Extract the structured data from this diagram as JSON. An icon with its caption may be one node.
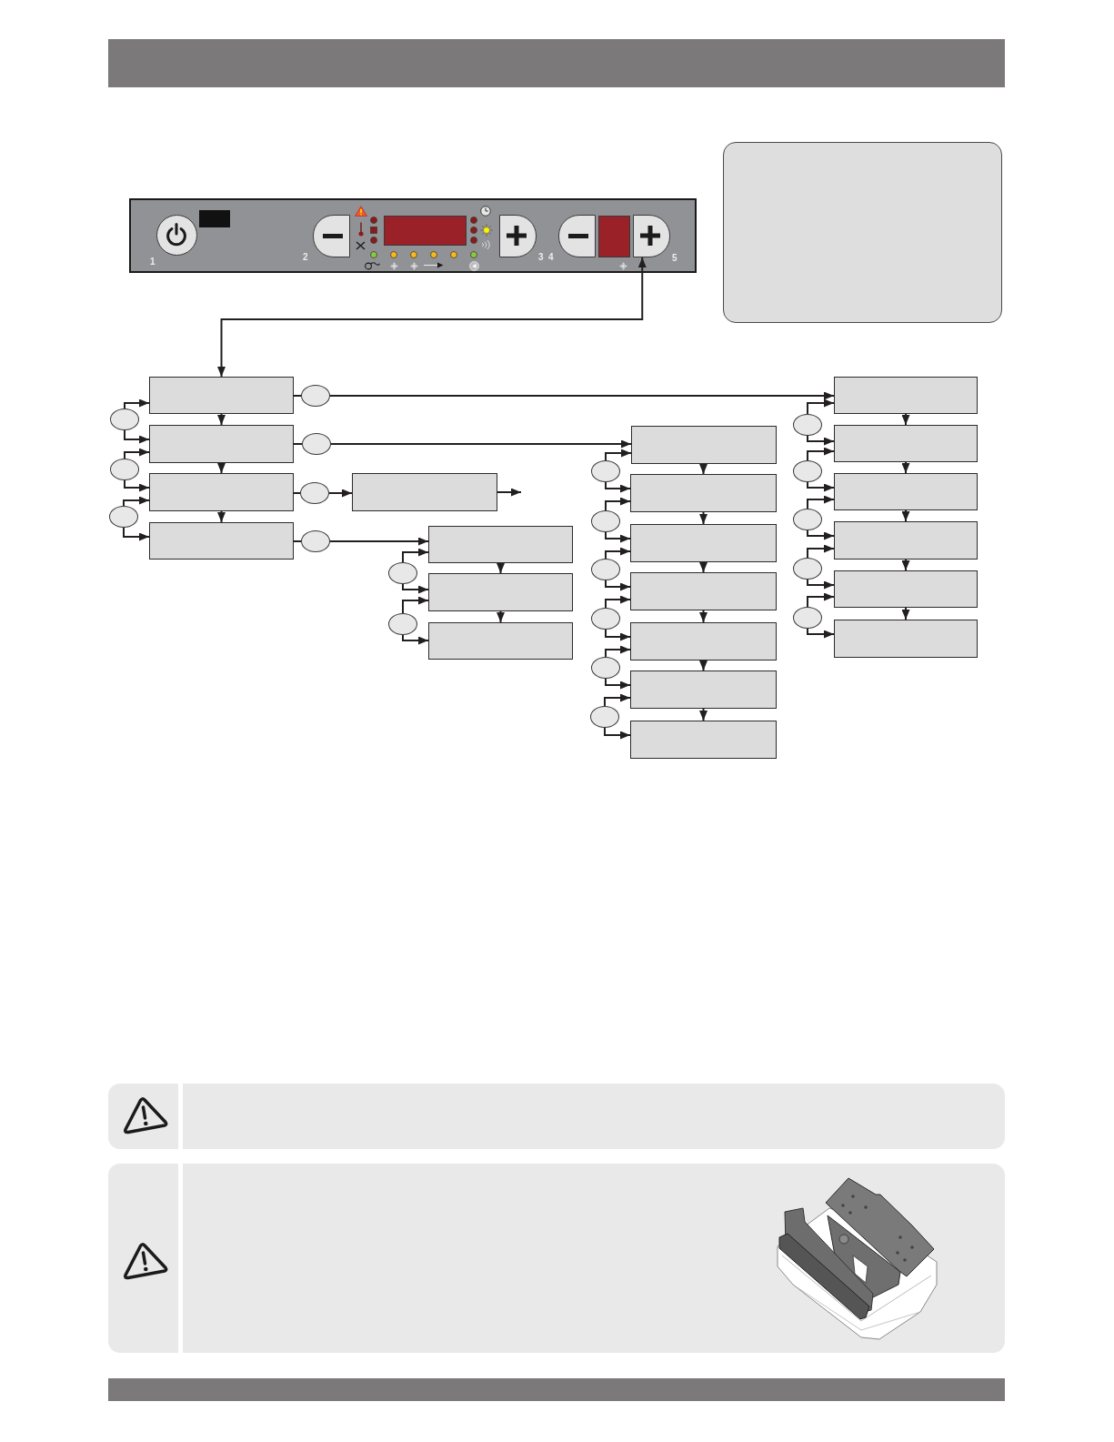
{
  "diagram": {
    "nodes": [
      {
        "text": [],
        "shape": "button",
        "beside": [
          "1"
        ]
      },
      {
        "text": [],
        "shape": "button",
        "beside": [
          "2"
        ]
      },
      {
        "text": [],
        "shape": "display"
      },
      {
        "text": [],
        "shape": "button",
        "beside": [
          "3"
        ]
      },
      {
        "text": [],
        "shape": "button",
        "beside": [
          "4"
        ]
      },
      {
        "text": [],
        "shape": "display"
      },
      {
        "text": [],
        "shape": "button",
        "beside": [
          "5"
        ]
      },
      {
        "text": [],
        "shape": "box"
      },
      {
        "text": [],
        "shape": "box"
      },
      {
        "text": [],
        "shape": "box"
      },
      {
        "text": [],
        "shape": "box"
      },
      {
        "text": [],
        "shape": "box"
      },
      {
        "text": [],
        "shape": "circle"
      },
      {
        "text": [],
        "shape": "circle"
      },
      {
        "text": [],
        "shape": "circle"
      },
      {
        "text": [],
        "shape": "circle"
      },
      {
        "text": [],
        "shape": "circle"
      },
      {
        "text": [],
        "shape": "circle"
      },
      {
        "text": [],
        "shape": "circle"
      },
      {
        "text": [],
        "shape": "box"
      },
      {
        "text": [],
        "shape": "box"
      },
      {
        "text": [],
        "shape": "box"
      },
      {
        "text": [],
        "shape": "box"
      },
      {
        "text": [],
        "shape": "circle"
      },
      {
        "text": [],
        "shape": "circle"
      },
      {
        "text": [],
        "shape": "box"
      },
      {
        "text": [],
        "shape": "box"
      },
      {
        "text": [],
        "shape": "box"
      },
      {
        "text": [],
        "shape": "box"
      },
      {
        "text": [],
        "shape": "box"
      },
      {
        "text": [],
        "shape": "box"
      },
      {
        "text": [],
        "shape": "box"
      },
      {
        "text": [],
        "shape": "circle"
      },
      {
        "text": [],
        "shape": "circle"
      },
      {
        "text": [],
        "shape": "circle"
      },
      {
        "text": [],
        "shape": "circle"
      },
      {
        "text": [],
        "shape": "circle"
      },
      {
        "text": [],
        "shape": "circle"
      },
      {
        "text": [],
        "shape": "box"
      },
      {
        "text": [],
        "shape": "box"
      },
      {
        "text": [],
        "shape": "box"
      },
      {
        "text": [],
        "shape": "box"
      },
      {
        "text": [],
        "shape": "box"
      },
      {
        "text": [],
        "shape": "box"
      },
      {
        "text": [],
        "shape": "circle"
      },
      {
        "text": [],
        "shape": "circle"
      },
      {
        "text": [],
        "shape": "circle"
      },
      {
        "text": [],
        "shape": "circle"
      },
      {
        "text": [],
        "shape": "circle"
      },
      {
        "text": [],
        "shape": "box"
      },
      {
        "text": [],
        "shape": "box"
      }
    ],
    "edges": [
      {
        "from": 6,
        "to": 8,
        "arrow": "both"
      },
      {
        "from": 8,
        "to": 9,
        "arrow": "to"
      },
      {
        "from": 9,
        "to": 10,
        "arrow": "to"
      },
      {
        "from": 10,
        "to": 11,
        "arrow": "to"
      },
      {
        "from": 12,
        "to": 8,
        "arrow": "to"
      },
      {
        "from": 12,
        "to": 9,
        "arrow": "to"
      },
      {
        "from": 13,
        "to": 9,
        "arrow": "to"
      },
      {
        "from": 13,
        "to": 10,
        "arrow": "to"
      },
      {
        "from": 14,
        "to": 10,
        "arrow": "to"
      },
      {
        "from": 14,
        "to": 11,
        "arrow": "to"
      },
      {
        "from": 8,
        "to": 15,
        "arrow": "none"
      },
      {
        "from": 15,
        "to": 38,
        "arrow": "to"
      },
      {
        "from": 9,
        "to": 16,
        "arrow": "none"
      },
      {
        "from": 16,
        "to": 25,
        "arrow": "to"
      },
      {
        "from": 10,
        "to": 17,
        "arrow": "none"
      },
      {
        "from": 17,
        "to": 19,
        "arrow": "to"
      },
      {
        "from": 19,
        "to": null,
        "arrow": "to"
      },
      {
        "from": 11,
        "to": 18,
        "arrow": "none"
      },
      {
        "from": 18,
        "to": 20,
        "arrow": "to"
      },
      {
        "from": 20,
        "to": 21,
        "arrow": "to"
      },
      {
        "from": 21,
        "to": 22,
        "arrow": "to"
      },
      {
        "from": 23,
        "to": 20,
        "arrow": "to"
      },
      {
        "from": 23,
        "to": 21,
        "arrow": "to"
      },
      {
        "from": 24,
        "to": 21,
        "arrow": "to"
      },
      {
        "from": 24,
        "to": 22,
        "arrow": "to"
      },
      {
        "from": 25,
        "to": 26,
        "arrow": "to"
      },
      {
        "from": 26,
        "to": 27,
        "arrow": "to"
      },
      {
        "from": 27,
        "to": 28,
        "arrow": "to"
      },
      {
        "from": 28,
        "to": 29,
        "arrow": "to"
      },
      {
        "from": 29,
        "to": 30,
        "arrow": "to"
      },
      {
        "from": 30,
        "to": 31,
        "arrow": "to"
      },
      {
        "from": 32,
        "to": 25,
        "arrow": "to"
      },
      {
        "from": 32,
        "to": 26,
        "arrow": "to"
      },
      {
        "from": 33,
        "to": 26,
        "arrow": "to"
      },
      {
        "from": 33,
        "to": 27,
        "arrow": "to"
      },
      {
        "from": 34,
        "to": 27,
        "arrow": "to"
      },
      {
        "from": 34,
        "to": 28,
        "arrow": "to"
      },
      {
        "from": 35,
        "to": 28,
        "arrow": "to"
      },
      {
        "from": 35,
        "to": 29,
        "arrow": "to"
      },
      {
        "from": 36,
        "to": 29,
        "arrow": "to"
      },
      {
        "from": 36,
        "to": 30,
        "arrow": "to"
      },
      {
        "from": 37,
        "to": 30,
        "arrow": "to"
      },
      {
        "from": 37,
        "to": 31,
        "arrow": "to"
      },
      {
        "from": 38,
        "to": 39,
        "arrow": "to"
      },
      {
        "from": 39,
        "to": 40,
        "arrow": "to"
      },
      {
        "from": 40,
        "to": 41,
        "arrow": "to"
      },
      {
        "from": 41,
        "to": 42,
        "arrow": "to"
      },
      {
        "from": 42,
        "to": 43,
        "arrow": "to"
      },
      {
        "from": 44,
        "to": 38,
        "arrow": "to"
      },
      {
        "from": 44,
        "to": 39,
        "arrow": "to"
      },
      {
        "from": 45,
        "to": 39,
        "arrow": "to"
      },
      {
        "from": 45,
        "to": 40,
        "arrow": "to"
      },
      {
        "from": 46,
        "to": 40,
        "arrow": "to"
      },
      {
        "from": 46,
        "to": 41,
        "arrow": "to"
      },
      {
        "from": 47,
        "to": 41,
        "arrow": "to"
      },
      {
        "from": 47,
        "to": 42,
        "arrow": "to"
      },
      {
        "from": 48,
        "to": 42,
        "arrow": "to"
      },
      {
        "from": 48,
        "to": 43,
        "arrow": "to"
      }
    ]
  }
}
